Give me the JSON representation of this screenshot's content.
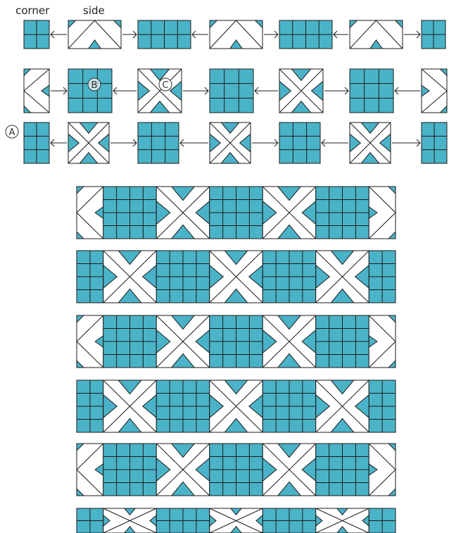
{
  "labels": {
    "corner": "corner",
    "side": "side",
    "marker_a": "A",
    "marker_b": "B",
    "marker_c": "C"
  },
  "colors": {
    "fill": "#4ab3c8",
    "line": "#1b1b1b",
    "blank": "#ffffff"
  },
  "arrows": [
    "←",
    "→"
  ],
  "block_rows": [
    [
      "grid",
      "side-down",
      "grid",
      "side-down",
      "grid",
      "side-down",
      "grid"
    ],
    [
      "side-right",
      "grid",
      "center-x",
      "grid",
      "center-x",
      "grid",
      "side-left"
    ],
    [
      "grid",
      "center-x",
      "grid",
      "center-x",
      "grid",
      "center-x",
      "grid"
    ]
  ],
  "quilt_rows": 6
}
